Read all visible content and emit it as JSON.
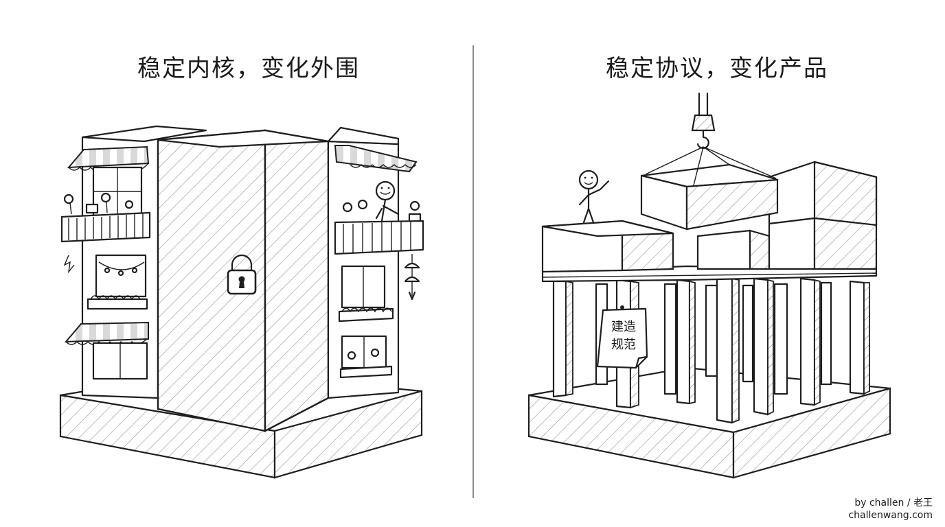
{
  "left_panel": {
    "title": "稳定内核，变化外围"
  },
  "right_panel": {
    "title": "稳定协议，变化产品",
    "sign_line1": "建造",
    "sign_line2": "规范"
  },
  "footer": {
    "author": "by challen / 老王",
    "site": "challenwang.com"
  }
}
